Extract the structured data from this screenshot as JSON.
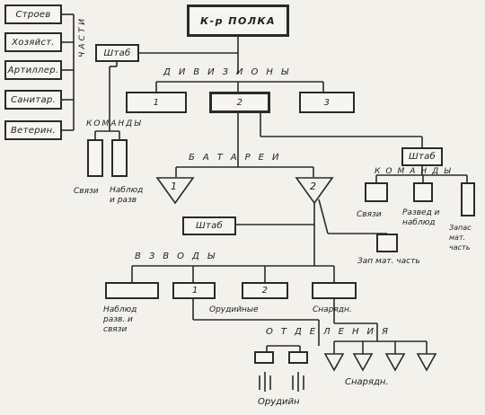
{
  "regiment": {
    "commander": "К-р  ПОЛКА"
  },
  "units": {
    "label": "ЧАСТИ",
    "items": [
      "Строев",
      "Хозяйст.",
      "Артиллер.",
      "Санитар.",
      "Ветерин."
    ]
  },
  "regiment_staff": {
    "label": "Штаб"
  },
  "regiment_commands": {
    "label": "КОМАНДЫ",
    "items": [
      "Связи",
      "Наблюд и разв"
    ]
  },
  "divisions": {
    "label": "ДИВИЗИОНЫ",
    "items": [
      "1",
      "2",
      "3"
    ]
  },
  "division_staff": {
    "label": "Штаб",
    "commands_label": "КОМАНДЫ",
    "commands": [
      "Связи",
      "Развед и наблюд",
      "Запас мат. часть"
    ]
  },
  "batteries": {
    "label": "БАТАРЕИ",
    "items": [
      "1",
      "2"
    ]
  },
  "battery_staff": {
    "label": "Штаб",
    "spare": "Зап мат. часть"
  },
  "platoons": {
    "label": "ВЗВОДЫ",
    "items": [
      {
        "number": "",
        "caption": "Наблюд разв. и связи"
      },
      {
        "number": "1",
        "caption": "Орудийные"
      },
      {
        "number": "2",
        "caption": ""
      },
      {
        "number": "",
        "caption": "Снарядн."
      }
    ]
  },
  "sections": {
    "label": "ОТДЕЛЕНИЯ",
    "guns_caption": "Орудийн",
    "ammo_caption": "Снарядн."
  }
}
